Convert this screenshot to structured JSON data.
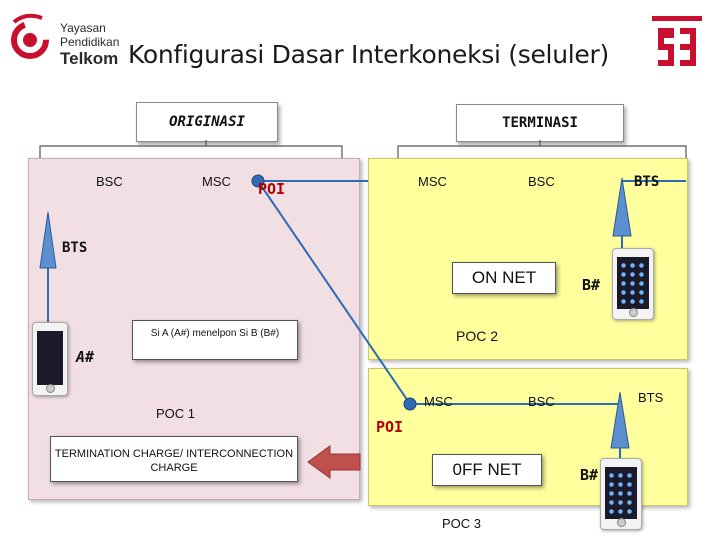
{
  "header": {
    "title": "Konfigurasi Dasar Interkoneksi (seluler)",
    "logo_left": {
      "line1": "Yayasan",
      "line2": "Pendidikan",
      "line3": "Telkom",
      "accent_color": "#c8102e"
    },
    "logo_right_color": "#c8102e"
  },
  "panels": {
    "origination": "ORIGINASI",
    "termination": "TERMINASI"
  },
  "origination_region": {
    "bsc": "BSC",
    "msc": "MSC",
    "poi": "POI",
    "bts": "BTS",
    "subscriber": "A#",
    "callout": "Si A (A#) menelpon Si B (B#)",
    "poc": "POC 1",
    "charge": "TERMINATION CHARGE/ INTERCONNECTION CHARGE"
  },
  "on_net_region": {
    "msc": "MSC",
    "bsc": "BSC",
    "bts": "BTS",
    "net_label": "ON NET",
    "subscriber": "B#",
    "poc": "POC 2"
  },
  "off_net_region": {
    "msc": "MSC",
    "bsc": "BSC",
    "bts": "BTS",
    "poi": "POI",
    "net_label": "0FF NET",
    "subscriber": "B#",
    "poc": "POC 3"
  },
  "colors": {
    "origination_bg": "#f2dfe3",
    "terminating_bg": "#ffff9e",
    "poi_text": "#b30000",
    "link_line": "#2e6bb3",
    "arrow_fill": "#c0504d"
  }
}
